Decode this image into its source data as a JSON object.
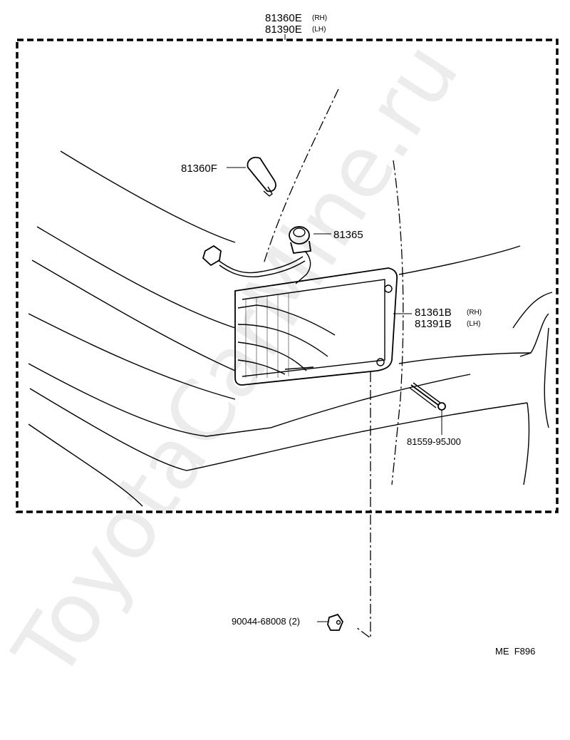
{
  "diagram": {
    "assembly_label_rh_part": "81360E",
    "assembly_label_rh_side": "(RH)",
    "assembly_label_lh_part": "81390E",
    "assembly_label_lh_side": "(LH)",
    "bulb_label": "81360F",
    "socket_label": "81365",
    "lens_label_rh_part": "81361B",
    "lens_label_rh_side": "(RH)",
    "lens_label_lh_part": "81391B",
    "lens_label_lh_side": "(LH)",
    "screw_label": "81559-95J00",
    "nut_label": "90044-68008 (2)",
    "figure_code": "ME  F896",
    "watermark": "ToyotaCarMine.ru"
  }
}
